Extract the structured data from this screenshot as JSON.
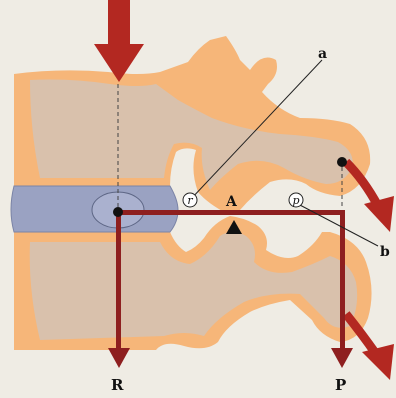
{
  "labels": {
    "a": "a",
    "b": "b",
    "A": "A",
    "r": "r",
    "p": "p",
    "R": "R",
    "P": "P"
  },
  "colors": {
    "background": "#efece4",
    "bone_outline": "#f6b679",
    "bone_inner": "#d9c1ac",
    "disc": "#9aa2c2",
    "arrow": "#b32821",
    "lever": "#8e1f1f",
    "ink": "#111111"
  }
}
